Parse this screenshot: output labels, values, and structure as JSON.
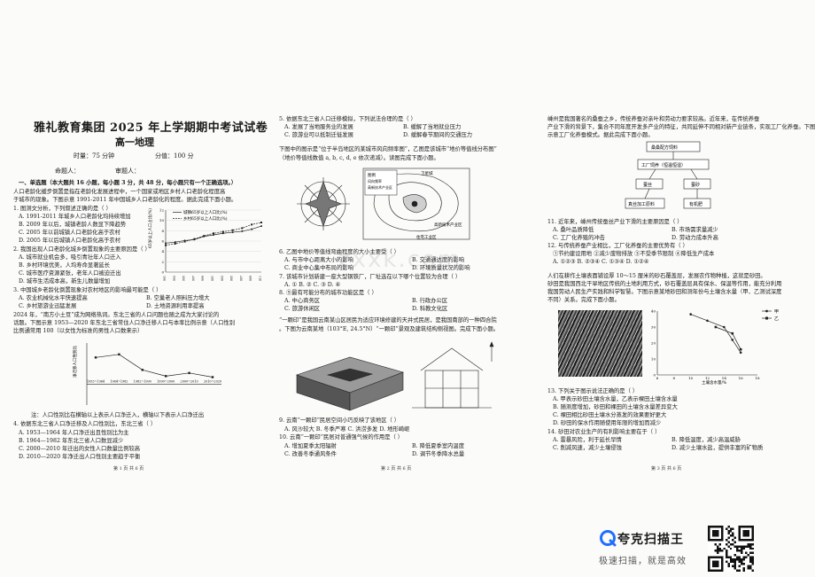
{
  "header": {
    "title": "雅礼教育集团 2025 年上学期期中考试试卷",
    "subtitle": "高一地理",
    "time": "时量：75 分钟",
    "score": "分值：100 分",
    "author": "命题人：",
    "reviewer": "审题人："
  },
  "col1": [
    "一、单选题（本大题共 16 小题，每小题 3 分，共 48 分，每小题只有一个正确选项。）",
    "    人口老龄化缓步倒置是指在老龄化发展进程中，一个国家或地区乡村人口老龄化程度高",
    "于城市的现象。下图示意 1991-2011 年中国城乡人口老龄化的程度。据此完成下面小题。",
    "1. 图测文分析，下列叙述正确的是（    ）",
    "A. 1991-2011 年城乡人口老龄化均持续增加",
    "B. 2009 年以后，城镇老龄人数显下降趋势",
    "C. 2005 年以前城镇人口老龄化高于农村",
    "D. 2005 年以后城镇人口老龄化高于农村",
    "2. 我国出现人口老龄化城乡倒置现象的主要原因是（    ）",
    "A. 城市就业机会多，吸引青壮年人口迁入",
    "B. 乡村环境优美，人均寿命显著延长",
    "C. 城市医疗资源紧张，老年人口被迫迁出",
    "D. 城市生活成本高，新生儿数量增加",
    "3. 中国城乡老龄化倒置现象对农村地区的影响最可能是（    ）",
    "A. 农业机械化水平快速提高",
    "B. 空巢老人照料压力增大",
    "C. 乡村旅游业迅猛发展",
    "D. 土地资源利用率提高",
    "    2024 年，“南方小土豆”成为网络热词。东北三省的人口问题也随之成为大家讨论的",
    "话题。下图示意 1953—2020 年东北三省常住人口净迁移人口与本率比例示意（人口性别",
    "比例通常用 100（以女性为标准的男性人口数来示）",
    "注：人口性别比在横轴以上表示人口净迁入，横轴以下表示人口净迁出",
    "4. 依据东北三省人口净迁移及人口性别比，东北三省（    ）",
    "A. 1953—1964 年人口净迁出且性别比为主",
    "B. 1964—1982 年东北三省人口数显减少",
    "C. 2000—2010 年迁出的女性人口数量比例较高",
    "D. 2010—2020 年净迁出人口性别主要趋于平衡"
  ],
  "col2": [
    "5. 依据东北三省人口迁移模拟，下列说法合理的是（    ）",
    "A. 发展了当地服务业的发展",
    "B. 缓解了当地就业压力",
    "C. 旅游业可以抵制迁徙发展",
    "D. 缓解春节期间的交通压力",
    "    下图中的图示是“位于半岛地区的某城市风向频率图”，乙图是该城市“地价等值线分布图”",
    "（地价等值线数值 a, b, c, d, e 依次递减）。读图完成下面小题。",
    "6. 乙图中地价等值线弯曲程度的大小主要受（    ）",
    "A. 与市中心距离大小的影响",
    "B. 交通通达度的影响",
    "C. 商业中心集中布局的影响",
    "D. 环境质量状况的影响",
    "7. 该城市计划新建一座大型钢铁厂，厂址选在以下哪个位置较为合理（    ）",
    "A. ①    B. ②    C. ③    D. ④",
    "8. ⑤最有可能分布的城市功能区是（    ）",
    "A. 中心商务区",
    "B. 行政办公区",
    "C. 旅游休闲区",
    "D. 科教文化区",
    "    “一颗印”是我国云南某山区居民为适应环境修建的天井式民居，是我国南部的一种四合院",
    "。下图为云南某地（103°E, 24.5°N）“一颗印”景观及建筑结构侧视图。完成下面小题。",
    "9. 云南“一颗印”民居空间小巧反映了该地区（    ）",
    "A. 风沙较大    B. 冬季严寒    C. 洪涝多发    D. 地形崎岖",
    "10. 云南“一颗印”民居对普通强气候的作用是（    ）",
    "A. 增加夏季太阳辐射",
    "B. 降低夏季室内温度",
    "C. 改善冬季通风条件",
    "D. 调节冬季降水总量"
  ],
  "col3": [
    "    嵊州是我国著名的桑蚕之乡，传统养蚕对亲叶和劳动力要求较高。近年来，在传统养蚕",
    "产业下滑的背景下，集合不同年度开发多产业的特征，共同延伸不同相对新产业链条，实现工厂化养蚕。下图",
    "示意工厂化养蚕模式。据此完成下面小题。",
    "11. 近年来，嵊州传统蚕丝产业下滑的主要原因是（    ）",
    "A. 桑叶品质降低",
    "B. 市场需求量减少",
    "C. 工厂化养殖的冲击",
    "D. 劳动力成本升高",
    "12. 与传统养蚕产业相比，工厂化养蚕的主要优势有（    ）",
    "①节约建设用地  ②减少废物排放  ③不受季节限制  ④降低生产成本",
    "A. ①②③    B. ②③④    C. ①③④    D. ①②④",
    "    人们在耕作土壤表面铺设厚 10～15 厘米的砂石覆盖层，发展农作物种植，这就是砂田。",
    "砂田是我国西北干旱地区传统的土地利用方式，砂石覆盖层具有保水、保温等作用，能充分利用",
    "我国劳动人民生产实践和科学智慧。下图示意某地砂田和测年份与土壤含水量（甲、乙测试深度",
    "不同）关系。完成下面小题。",
    "13. 下列关于图示说法正确的是（    ）",
    "A. 甲表示砂田土壤含水量，乙表示裸田土壤含水量",
    "B. 随测度增加，砂田和裸田的土壤含水量差异变大",
    "C. 裸田相比砂田土壤水分蒸发的效果要好更大",
    "D. 砂田的保水作用随使用年限的增加而减少",
    "14. 砂田对农业生产的有利影响主要在于（    ）",
    "A. 雷暴风险，利于延长早情",
    "B. 降低温度，减少高温威胁",
    "C. 削减风速，减少土壤侵蚀",
    "D. 减少土壤水盐，提供丰富的矿物质"
  ],
  "figures": {
    "chart1_legend": [
      "城镇65岁以上人口比(%)",
      "乡村65岁以上人口比(%)"
    ],
    "chart1_ylabel": "65岁以上人口占比(%)",
    "chart2_ylabel": "净迁移人口性别比",
    "chart2_note": "1953~1964 1964~1982 1982~1990 1990~2000 2000~2010 2010~2020",
    "map_legend": [
      "图例",
      "风向频率",
      "高新技术产业区"
    ],
    "map_labels": [
      "卫星城",
      "高新技术产业区",
      "住宅工业区"
    ],
    "chart3_legend": [
      "甲",
      "乙"
    ],
    "chart3_xlabel": "土壤含水量/%",
    "flow": [
      "桑桑配方饲料",
      "工厂饲养（恒温恒湿）",
      "蚕丝",
      "蚕砂",
      "真丝加工原料",
      "有机肥"
    ]
  },
  "footer": {
    "p1": "第 1 页 共 6 页",
    "p2": "第 2 页 共 6 页",
    "p3": "第 3 页 共 6 页"
  },
  "brand": {
    "name": "夸克扫描王",
    "sub": "极速扫描，就是高效",
    "watermark": "zxxk.com"
  },
  "chart_data": [
    {
      "type": "line",
      "title": "",
      "x": [
        1991,
        1993,
        1995,
        1997,
        1999,
        2001,
        2003,
        2005,
        2007,
        2009,
        2011
      ],
      "series": [
        {
          "name": "城镇65岁以上人口比(%)",
          "values": [
            5.6,
            5.8,
            6.1,
            6.3,
            6.9,
            7.2,
            7.5,
            7.7,
            7.9,
            8.3,
            8.9
          ]
        },
        {
          "name": "乡村65岁以上人口比(%)",
          "values": [
            5.2,
            5.5,
            5.9,
            6.4,
            7.0,
            7.5,
            7.8,
            8.1,
            8.5,
            9.2,
            9.6
          ]
        }
      ],
      "ylabel": "65岁以上人口占比(%)",
      "ylim": [
        0,
        12
      ],
      "yticks": [
        0,
        2,
        4,
        6,
        8,
        10,
        12
      ]
    },
    {
      "type": "line",
      "title": "",
      "categories": [
        "1953~1964",
        "1964~1982",
        "1982~1990",
        "1990~2000",
        "2000~2010",
        "2010~2020"
      ],
      "series": [
        {
          "values": [
            130,
            145,
            70,
            40,
            55,
            35
          ]
        }
      ],
      "ylabel": "净迁移人口性别比",
      "ylim": [
        -100,
        200
      ]
    },
    {
      "type": "line",
      "title": "",
      "series": [
        {
          "name": "甲",
          "x": [
            10,
            12,
            14,
            15,
            16
          ],
          "y": [
            38,
            34,
            30,
            22,
            14
          ]
        },
        {
          "name": "乙",
          "x": [
            13,
            15,
            16
          ],
          "y": [
            30,
            26,
            16
          ]
        }
      ],
      "xlabel": "土壤含水量/%",
      "xlim": [
        6,
        18
      ],
      "ylim": [
        0,
        40
      ]
    }
  ]
}
